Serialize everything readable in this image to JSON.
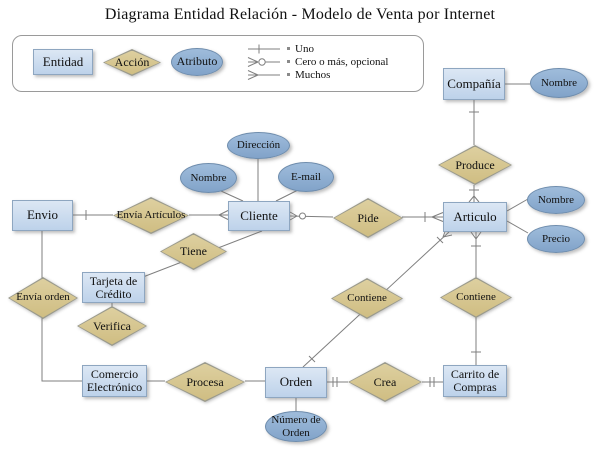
{
  "title": "Diagrama Entidad Relación - Modelo de Venta por Internet",
  "legend": {
    "entity": "Entidad",
    "action": "Acción",
    "attribute": "Atributo",
    "cardinality": [
      {
        "symbol": "one",
        "label": "Uno"
      },
      {
        "symbol": "zero-or-more-optional",
        "label": "Cero o más, opcional"
      },
      {
        "symbol": "many",
        "label": "Muchos"
      }
    ]
  },
  "nodes": {
    "envio": {
      "type": "entity",
      "label": "Envio"
    },
    "cliente": {
      "type": "entity",
      "label": "Cliente"
    },
    "compania": {
      "type": "entity",
      "label": "Compañía"
    },
    "articulo": {
      "type": "entity",
      "label": "Articulo"
    },
    "tarjeta_credito": {
      "type": "entity",
      "label": "Tarjeta de Crédito"
    },
    "comercio_electronico": {
      "type": "entity",
      "label": "Comercio Electrónico"
    },
    "orden": {
      "type": "entity",
      "label": "Orden"
    },
    "carrito_compras": {
      "type": "entity",
      "label": "Carrito de Compras"
    },
    "envia_articulos": {
      "type": "action",
      "label": "Envía Artículos"
    },
    "envia_orden": {
      "type": "action",
      "label": "Envía orden"
    },
    "tiene": {
      "type": "action",
      "label": "Tiene"
    },
    "pide": {
      "type": "action",
      "label": "Pide"
    },
    "produce": {
      "type": "action",
      "label": "Produce"
    },
    "contiene_orden": {
      "type": "action",
      "label": "Contiene"
    },
    "contiene_carrito": {
      "type": "action",
      "label": "Contiene"
    },
    "verifica": {
      "type": "action",
      "label": "Verifica"
    },
    "procesa": {
      "type": "action",
      "label": "Procesa"
    },
    "crea": {
      "type": "action",
      "label": "Crea"
    },
    "direccion": {
      "type": "attribute",
      "label": "Dirección"
    },
    "nombre_cliente": {
      "type": "attribute",
      "label": "Nombre"
    },
    "email": {
      "type": "attribute",
      "label": "E-mail"
    },
    "nombre_compania": {
      "type": "attribute",
      "label": "Nombre"
    },
    "nombre_articulo": {
      "type": "attribute",
      "label": "Nombre"
    },
    "precio": {
      "type": "attribute",
      "label": "Precio"
    },
    "numero_orden": {
      "type": "attribute",
      "label": "Número de Orden"
    }
  },
  "edges": [
    {
      "from": "compania",
      "to": "nombre_compania",
      "markers": []
    },
    {
      "from": "compania",
      "to": "produce",
      "markers": [
        "one near compania"
      ]
    },
    {
      "from": "produce",
      "to": "articulo",
      "markers": [
        "one",
        "many at articulo"
      ]
    },
    {
      "from": "cliente",
      "to": "pide",
      "markers": [
        "zero-or-more-optional at cliente"
      ]
    },
    {
      "from": "pide",
      "to": "articulo",
      "markers": [
        "one",
        "many at articulo"
      ]
    },
    {
      "from": "envio",
      "to": "envia_articulos",
      "markers": [
        "one near envio"
      ]
    },
    {
      "from": "envia_articulos",
      "to": "cliente",
      "markers": [
        "many at cliente"
      ]
    },
    {
      "from": "cliente",
      "to": "direccion",
      "markers": []
    },
    {
      "from": "cliente",
      "to": "nombre_cliente",
      "markers": []
    },
    {
      "from": "cliente",
      "to": "email",
      "markers": []
    },
    {
      "from": "articulo",
      "to": "nombre_articulo",
      "markers": []
    },
    {
      "from": "articulo",
      "to": "precio",
      "markers": []
    },
    {
      "from": "cliente",
      "to": "tarjeta_credito",
      "via": "tiene",
      "markers": []
    },
    {
      "from": "envio",
      "to": "comercio_electronico",
      "via": "envia_orden",
      "markers": []
    },
    {
      "from": "tarjeta_credito",
      "to": "verifica",
      "markers": []
    },
    {
      "from": "comercio_electronico",
      "to": "procesa",
      "markers": []
    },
    {
      "from": "procesa",
      "to": "orden",
      "markers": []
    },
    {
      "from": "orden",
      "to": "numero_orden",
      "markers": []
    },
    {
      "from": "orden",
      "to": "crea",
      "markers": [
        "one-one at orden"
      ]
    },
    {
      "from": "crea",
      "to": "carrito_compras",
      "markers": [
        "one-one at carrito"
      ]
    },
    {
      "from": "orden",
      "to": "articulo",
      "via": "contiene_orden",
      "markers": [
        "one near orden",
        "one",
        "many at articulo"
      ]
    },
    {
      "from": "articulo",
      "to": "carrito_compras",
      "via": "contiene_carrito",
      "markers": [
        "many at articulo",
        "one",
        "one near carrito"
      ]
    }
  ],
  "colors": {
    "entity_fill": "#c9dbee",
    "entity_border": "#8ea6c0",
    "action_fill": "#d6c68e",
    "action_border": "#9a9a8c",
    "attribute_fill": "#8fb0d3",
    "attribute_border": "#6f8dad",
    "line": "#7f7f7f",
    "text": "#111111"
  }
}
